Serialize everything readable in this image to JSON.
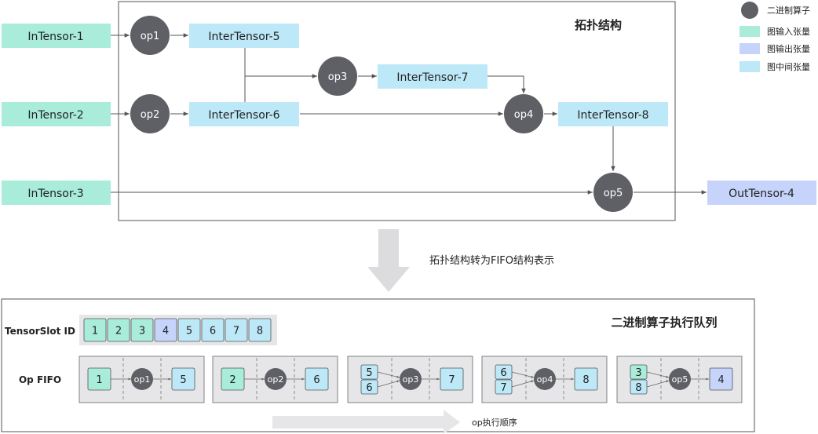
{
  "topology": {
    "title": "拓扑结构",
    "in_tensors": [
      "InTensor-1",
      "InTensor-2",
      "InTensor-3"
    ],
    "inter_tensors": [
      "InterTensor-5",
      "InterTensor-6",
      "InterTensor-7",
      "InterTensor-8"
    ],
    "out_tensor": "OutTensor-4",
    "ops": [
      "op1",
      "op2",
      "op3",
      "op4",
      "op5"
    ]
  },
  "legend": {
    "operator": "二进制算子",
    "graph_input": "图输入张量",
    "graph_output": "图输出张量",
    "graph_intermediate": "图中间张量"
  },
  "colors": {
    "input": "#a8ecd9",
    "intermediate": "#bde8f8",
    "output": "#c6d4fb",
    "operator": "#5f6066",
    "panel": "#e6e6e8"
  },
  "transform_label": "拓扑结构转为FIFO结构表示",
  "fifo": {
    "title": "二进制算子执行队列",
    "slot_label": "TensorSlot ID",
    "slots": [
      {
        "id": "1",
        "kind": "input"
      },
      {
        "id": "2",
        "kind": "input"
      },
      {
        "id": "3",
        "kind": "input"
      },
      {
        "id": "4",
        "kind": "output"
      },
      {
        "id": "5",
        "kind": "intermediate"
      },
      {
        "id": "6",
        "kind": "intermediate"
      },
      {
        "id": "7",
        "kind": "intermediate"
      },
      {
        "id": "8",
        "kind": "intermediate"
      }
    ],
    "op_label": "Op FIFO",
    "groups": [
      {
        "inputs": [
          "1"
        ],
        "op": "op1",
        "output": "5"
      },
      {
        "inputs": [
          "2"
        ],
        "op": "op2",
        "output": "6"
      },
      {
        "inputs": [
          "5",
          "6"
        ],
        "op": "op3",
        "output": "7"
      },
      {
        "inputs": [
          "6",
          "7"
        ],
        "op": "op4",
        "output": "8"
      },
      {
        "inputs": [
          "3",
          "8"
        ],
        "op": "op5",
        "output": "4"
      }
    ],
    "order_label": "op执行顺序"
  }
}
